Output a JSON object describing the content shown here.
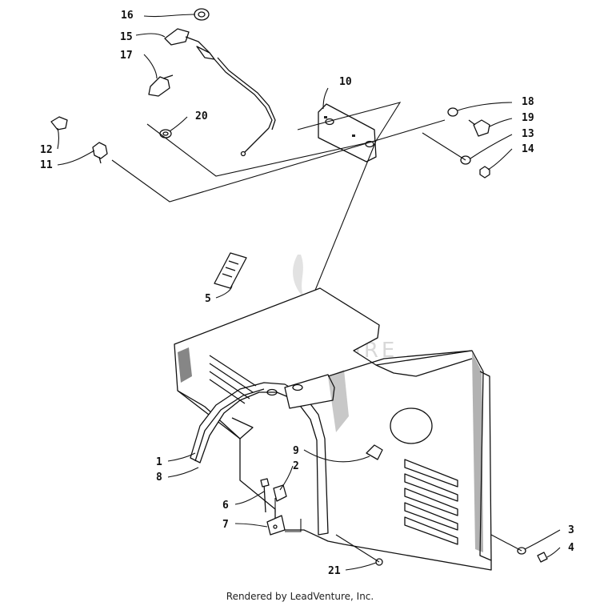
{
  "watermark": "LEADVENTURE",
  "footer": "Rendered by LeadVenture, Inc.",
  "callouts": {
    "c1": "1",
    "c2": "2",
    "c3": "3",
    "c4": "4",
    "c5": "5",
    "c6": "6",
    "c7": "7",
    "c8": "8",
    "c9": "9",
    "c10": "10",
    "c11": "11",
    "c12": "12",
    "c13": "13",
    "c14": "14",
    "c15": "15",
    "c16": "16",
    "c17": "17",
    "c18": "18",
    "c19": "19",
    "c20": "20",
    "c21": "21"
  }
}
